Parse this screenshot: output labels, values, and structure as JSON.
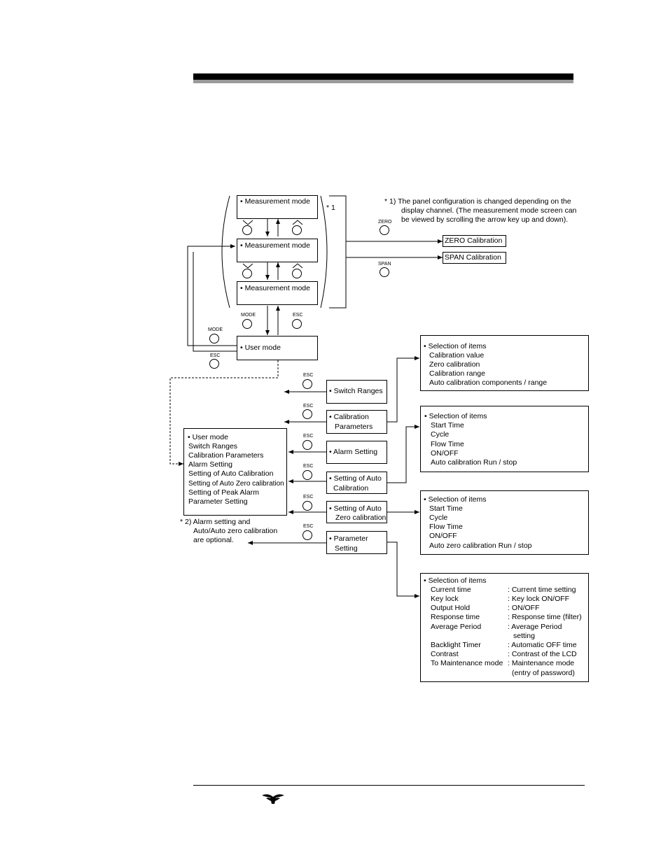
{
  "measurement_boxes": [
    "• Measurement mode",
    "• Measurement mode",
    "• Measurement mode"
  ],
  "star1_label": "* 1",
  "note1": {
    "line1": "* 1)  The panel configuration is changed depending on the",
    "line2": "display channel.  (The measurement mode screen can",
    "line3": "be viewed by scrolling the arrow key up and down)."
  },
  "keys": {
    "zero": "ZERO",
    "span": "SPAN",
    "mode_main": "MODE",
    "esc_main": "ESC",
    "mode_left": "MODE",
    "esc_left": "ESC",
    "esc_row": "ESC"
  },
  "zero_calibration": "ZERO Calibration",
  "span_calibration": "SPAN Calibration",
  "user_mode": "• User mode",
  "menu_items": [
    "• Switch Ranges",
    "• Calibration",
    "Parameters",
    "• Alarm Setting",
    "• Setting of Auto",
    "Calibration",
    "• Setting of Auto",
    "Zero calibration",
    "• Parameter",
    "Setting"
  ],
  "user_mode_list": [
    "• User mode",
    "Switch Ranges",
    "Calibration Parameters",
    "Alarm Setting",
    "Setting of Auto Calibration",
    "Setting of Auto Zero calibration",
    "Setting of Peak Alarm",
    "Parameter Setting"
  ],
  "note2": {
    "line1": "* 2) Alarm setting and",
    "line2": "Auto/Auto zero calibration",
    "line3": "are optional."
  },
  "calib_params_box": [
    "• Selection of items",
    "Calibration value",
    "Zero calibration",
    "Calibration range",
    "Auto calibration components / range"
  ],
  "auto_calib_box": [
    "• Selection of items",
    "Start Time",
    "Cycle",
    "Flow Time",
    "ON/OFF",
    "Auto calibration Run / stop"
  ],
  "auto_zero_box": [
    "• Selection of items",
    "Start Time",
    "Cycle",
    "Flow Time",
    "ON/OFF",
    "Auto zero calibration Run / stop"
  ],
  "param_box": {
    "header": "• Selection of items",
    "rows": [
      [
        "Current time",
        ": Current time setting"
      ],
      [
        "Key lock",
        ": Key lock ON/OFF"
      ],
      [
        "Output Hold",
        ": ON/OFF"
      ],
      [
        "Response time",
        ": Response time (filter)"
      ],
      [
        "Average Period",
        ": Average Period"
      ],
      [
        "",
        "setting"
      ],
      [
        "Backlight Timer",
        ": Automatic OFF time"
      ],
      [
        "Contrast",
        ": Contrast of the LCD"
      ],
      [
        "To Maintenance mode",
        ": Maintenance mode"
      ],
      [
        "",
        "(entry of password)"
      ]
    ]
  }
}
